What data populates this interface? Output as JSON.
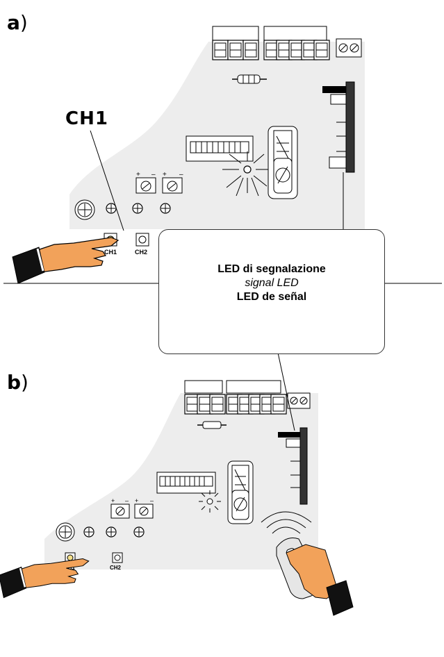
{
  "panels": [
    {
      "letter": "a",
      "paren": ")"
    },
    {
      "letter": "b",
      "paren": ")"
    }
  ],
  "callout_ch1": "CH1",
  "callout_box": {
    "line1": "LED di segnalazione",
    "line2": "signal LED",
    "line3": "LED de señal"
  },
  "buttons": {
    "ch1": "CH1",
    "ch2": "CH2"
  },
  "trimmer_signs": {
    "plus": "+",
    "minus": "–"
  }
}
